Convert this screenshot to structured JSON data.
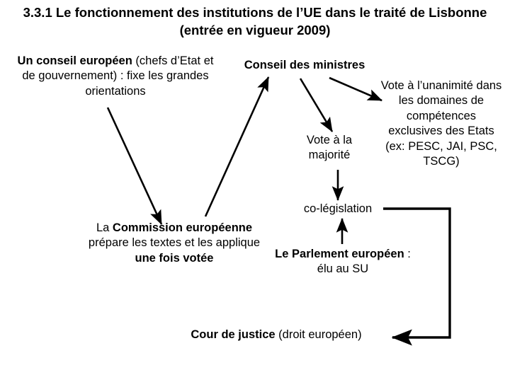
{
  "slide": {
    "title": "3.3.1 Le fonctionnement des institutions de l’UE dans le traité de Lisbonne (entrée en vigueur 2009)",
    "background_color": "#ffffff",
    "ink_color": "#000000"
  },
  "nodes": {
    "conseil_europeen": {
      "bold_lead": "Un conseil européen",
      "rest": " (chefs d’Etat et de gouvernement) : fixe les grandes orientations"
    },
    "conseil_ministres": {
      "label": "Conseil des ministres"
    },
    "vote_unanimite": {
      "label": "Vote à l’unanimité dans les domaines de compétences exclusives des Etats (ex: PESC, JAI, PSC, TSCG)"
    },
    "vote_majorite": {
      "label": "Vote à la majorité"
    },
    "colegislation": {
      "label": "co-législation"
    },
    "commission": {
      "lead": "La ",
      "bold_name": "Commission européenne",
      "middle": " prépare les textes et les applique ",
      "bold_tail": "une fois votée"
    },
    "parlement": {
      "bold_name": "Le Parlement européen",
      "rest": " : élu au SU"
    },
    "cour_justice": {
      "bold_name": "Cour de justice",
      "rest": " (droit européen)"
    }
  },
  "connectors": [
    {
      "name": "conseil-europeen-to-commission",
      "from": "conseil_europeen",
      "to": "commission",
      "style": "diagonal-arrow"
    },
    {
      "name": "commission-to-conseil-ministres",
      "from": "commission",
      "to": "conseil_ministres",
      "style": "diagonal-arrow"
    },
    {
      "name": "conseil-ministres-to-vote-majorite",
      "from": "conseil_ministres",
      "to": "vote_majorite",
      "style": "diagonal-arrow"
    },
    {
      "name": "conseil-ministres-to-vote-unanimite",
      "from": "conseil_ministres",
      "to": "vote_unanimite",
      "style": "diagonal-arrow"
    },
    {
      "name": "vote-majorite-to-colegislation",
      "from": "vote_majorite",
      "to": "colegislation",
      "style": "vertical-arrow-down"
    },
    {
      "name": "parlement-to-colegislation",
      "from": "parlement",
      "to": "colegislation",
      "style": "vertical-arrow-up"
    },
    {
      "name": "colegislation-to-cour-justice",
      "from": "colegislation",
      "to": "cour_justice",
      "style": "elbow-arrow"
    }
  ]
}
